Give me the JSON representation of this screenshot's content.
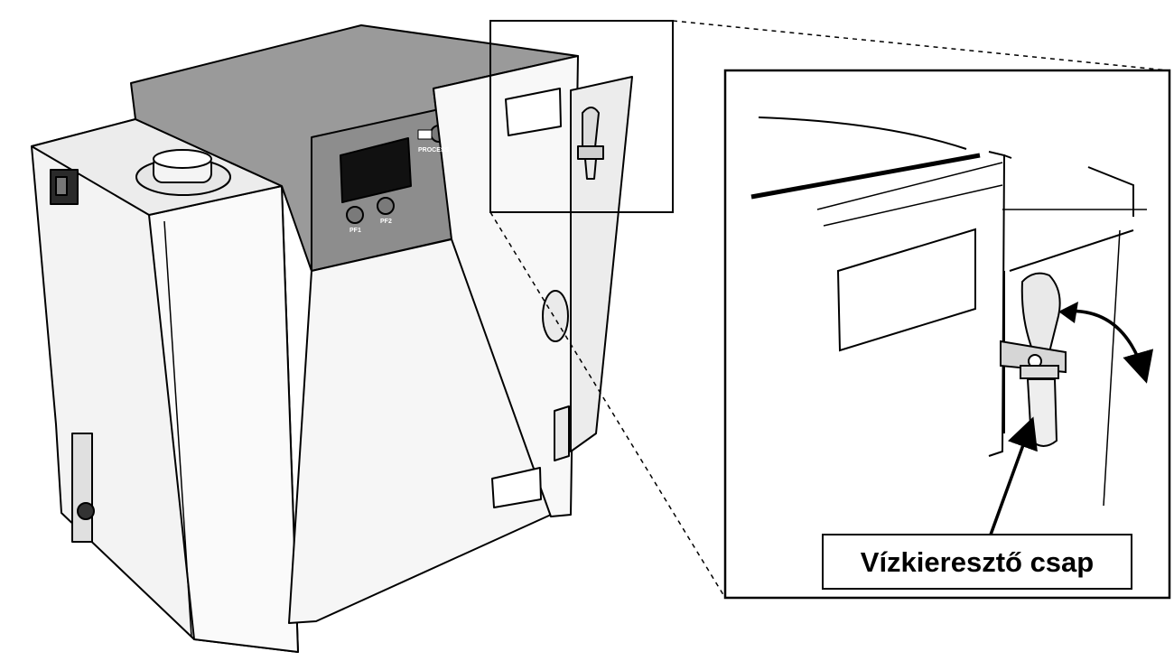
{
  "device": {
    "button_left_label": "PF1",
    "button_right_label": "PF2",
    "process_label": "PROCESS"
  },
  "callout": {
    "label": "Vízkieresztő csap"
  },
  "colors": {
    "outline": "#000000",
    "top_cover": "#9a9a9a",
    "body_panel": "#f2f2f2",
    "display": "#111111"
  }
}
